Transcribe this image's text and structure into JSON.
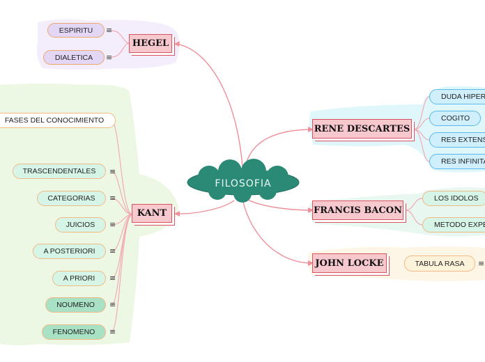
{
  "central": {
    "label": "FILOSOFIA"
  },
  "topics": {
    "hegel": {
      "label": "HEGEL",
      "subtopics": [
        "ESPIRITU",
        "DIALETICA"
      ]
    },
    "kant": {
      "label": "KANT",
      "subtopics": [
        "FASES DEL CONOCIMIENTO",
        "TRASCENDENTALES",
        "CATEGORIAS",
        "JUICIOS",
        "A POSTERIORI",
        "A PRIORI",
        "NOUMENO",
        "FENOMENO"
      ]
    },
    "descartes": {
      "label": "RENE DESCARTES",
      "subtopics": [
        "DUDA HIPERBOLICA",
        "COGITO",
        "RES EXTENSA",
        "RES INFINITA"
      ]
    },
    "bacon": {
      "label": "FRANCIS BACON",
      "subtopics": [
        "LOS IDOLOS",
        "METODO EXPERIMENTAL"
      ]
    },
    "locke": {
      "label": "JOHN LOCKE",
      "subtopics": [
        "TABULA RASA"
      ]
    }
  },
  "icons": {
    "note": "note-icon",
    "central_shape": "cloud-shape"
  },
  "colors": {
    "connector": "#ee8f9a",
    "topic_fill": "#f7c9cf",
    "topic_border": "#d9535f",
    "central_fill": "#2b8a76",
    "hegel_zone": "#f4edfb",
    "kant_zone": "#edf8e4",
    "descartes_zone": "#dff7fb",
    "bacon_zone": "#e8f7ef",
    "locke_zone": "#fdf6e6"
  }
}
